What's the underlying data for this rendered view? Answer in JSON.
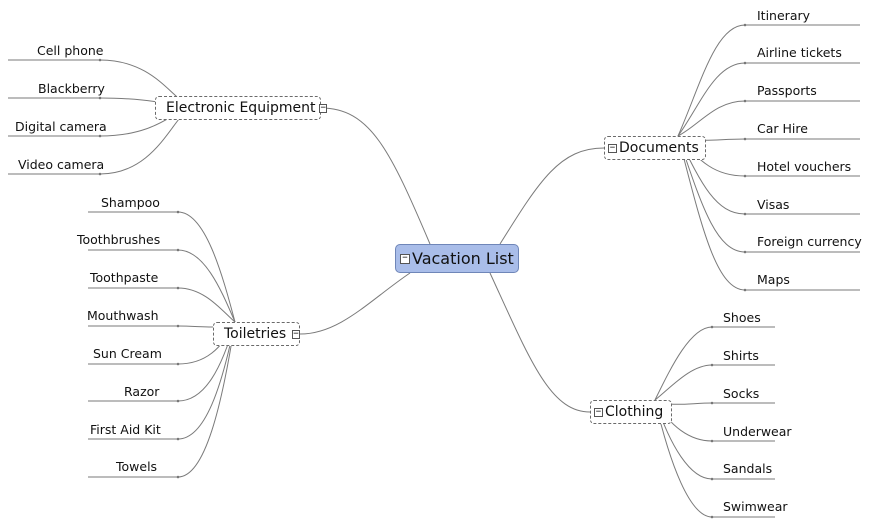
{
  "map": {
    "center": {
      "label": "Vacation List",
      "toggle": "−"
    },
    "branches": [
      {
        "label": "Electronic Equipment",
        "toggle": "−",
        "items": [
          "Cell phone",
          "Blackberry",
          "Digital camera",
          "Video camera"
        ]
      },
      {
        "label": "Toiletries",
        "toggle": "−",
        "items": [
          "Shampoo",
          "Toothbrushes",
          "Toothpaste",
          "Mouthwash",
          "Sun Cream",
          "Razor",
          "First Aid Kit",
          "Towels"
        ]
      },
      {
        "label": "Documents",
        "toggle": "−",
        "items": [
          "Itinerary",
          "Airline tickets",
          "Passports",
          "Car Hire",
          "Hotel vouchers",
          "Visas",
          "Foreign currency",
          "Maps"
        ]
      },
      {
        "label": "Clothing",
        "toggle": "−",
        "items": [
          "Shoes",
          "Shirts",
          "Socks",
          "Underwear",
          "Sandals",
          "Swimwear"
        ]
      }
    ]
  }
}
